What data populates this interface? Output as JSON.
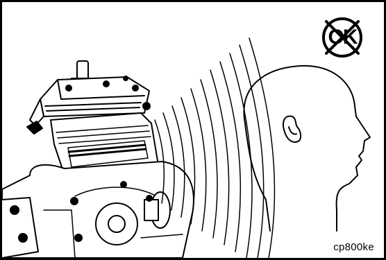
{
  "figure": {
    "reference_code": "cp800ke",
    "prohibition_symbol_text": "OK",
    "icons": [
      "compressor-illustration",
      "sound-wave-arcs",
      "human-head-profile",
      "prohibited-ok-icon"
    ]
  }
}
